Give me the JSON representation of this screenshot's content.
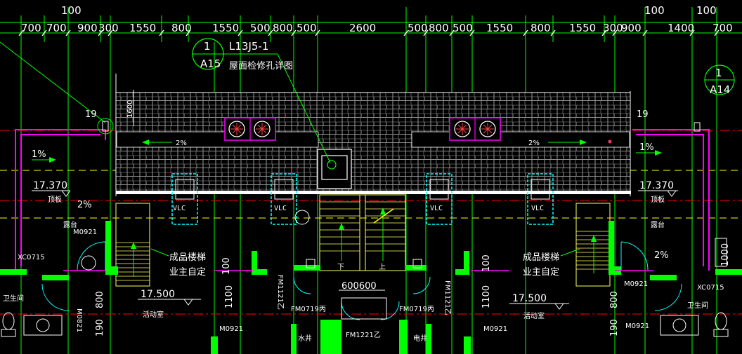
{
  "colors": {
    "background": "#000000",
    "grid_green": "#00ff00",
    "axis_red": "#ff0000",
    "dash_yellow": "#ffff00",
    "wall_magenta": "#ff00ff",
    "fixture_cyan": "#00ffff",
    "text_white": "#ffffff",
    "roof_gray": "#cfcfcf"
  },
  "top_dims": {
    "row1": [
      "100",
      "100",
      "100"
    ],
    "row2": [
      "700",
      "700",
      "900",
      "300",
      "1550",
      "800",
      "1550",
      "500",
      "800",
      "500",
      "2600",
      "500",
      "800",
      "500",
      "1550",
      "800",
      "1550",
      "300",
      "900",
      "1400",
      "700"
    ]
  },
  "details": {
    "a15_num": "1",
    "a15_ref": "A15",
    "a15_code": "L13J5-1",
    "a15_title": "屋面检修孔详图",
    "a14_num": "1",
    "a14_ref": "A14"
  },
  "roof": {
    "height_dim": "1600",
    "slope_left": "2%",
    "slope_right": "2%",
    "edge_left": "19",
    "edge_right": "19"
  },
  "levels": {
    "top_left": "17.370",
    "top_right": "17.370",
    "bottom_left": "17.500",
    "bottom_right": "17.500"
  },
  "labels": {
    "slope_1pct_left": "1%",
    "slope_1pct_right": "1%",
    "slope_2pct_l": "2%",
    "slope_2pct_r": "2%",
    "roof_top_left": "顶板",
    "roof_top_right": "顶板",
    "terrace_left": "露台",
    "terrace_right": "露台",
    "door_m0921_tl": "M0921",
    "door_xc0715_l": "XC0715",
    "door_xc0715_r": "XC0715",
    "vlc": [
      "VLC",
      "VLC",
      "VLC",
      "VLC"
    ],
    "stair_left_1": "成品楼梯",
    "stair_left_2": "业主自定",
    "stair_right_1": "成品楼梯",
    "stair_right_2": "业主自定",
    "bath_left": "卫生间",
    "bath_right": "卫生间",
    "m0821": "M0821",
    "activity_left": "活动室",
    "activity_right": "活动室",
    "m0921_bl": "M0921",
    "m0921_br": "M0921",
    "m0921_r": "M0921",
    "m0921_r2": "M0921",
    "fm1121_l": "FM1121乙",
    "fm1121_r": "FM1121乙",
    "fm0719_l": "FM0719丙",
    "fm0719_r": "FM0719丙",
    "fm1221": "FM1221乙",
    "water_shaft": "水井",
    "elec_shaft": "电井",
    "dim_600_600": "600600",
    "up": "上",
    "down": "下",
    "d100_l": "100",
    "d1100_l": "1100",
    "d100_r": "100",
    "d1100_r": "1100",
    "d800_l": "800",
    "d190_l": "190",
    "d800_r": "800",
    "d190_r": "190",
    "d1000_r": "1000"
  }
}
